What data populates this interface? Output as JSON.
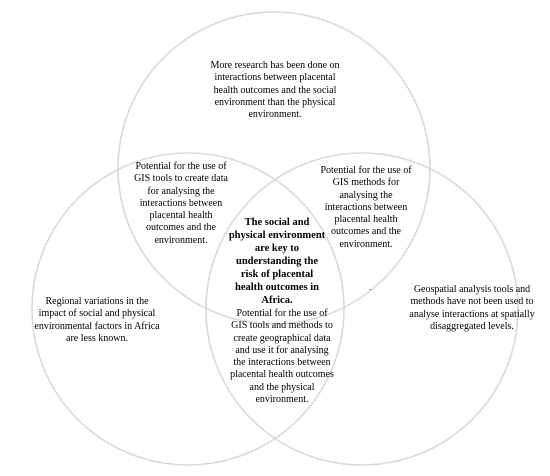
{
  "diagram": {
    "type": "venn",
    "circles": [
      "top",
      "left",
      "right"
    ],
    "regions": {
      "top_only": "More research has been done on\ninteractions between placental\nhealth outcomes and the social\nenvironment than the physical\nenvironment.",
      "top_left_overlap": "Potential for the use of\nGIS tools to create data\nfor analysing the\ninteractions between\nplacental health\noutcomes and the\nenvironment.",
      "top_right_overlap": "Potential for the use of\nGIS methods for\nanalysing the\ninteractions between\nplacental health\noutcomes and the\nenvironment.",
      "center": "The social and\nphysical environment\nare key to\nunderstanding the\nrisk of placental\nhealth outcomes in\nAfrica.",
      "left_only": "Regional variations in the\nimpact of social and physical\nenvironmental factors in Africa\nare less known.",
      "right_only": "Geospatial analysis tools and\nmethods have not been used to\nanalyse interactions at spatially\ndisaggregated levels.",
      "left_right_overlap": "Potential for the use of\nGIS tools and methods to\ncreate geographical data\nand use it for analysing\nthe interactions between\nplacental health outcomes\nand the physical\nenvironment."
    },
    "stray_mark": ".",
    "colors": {
      "circle_stroke": "#d9d9d9",
      "text": "#000000",
      "background": "#ffffff"
    }
  }
}
